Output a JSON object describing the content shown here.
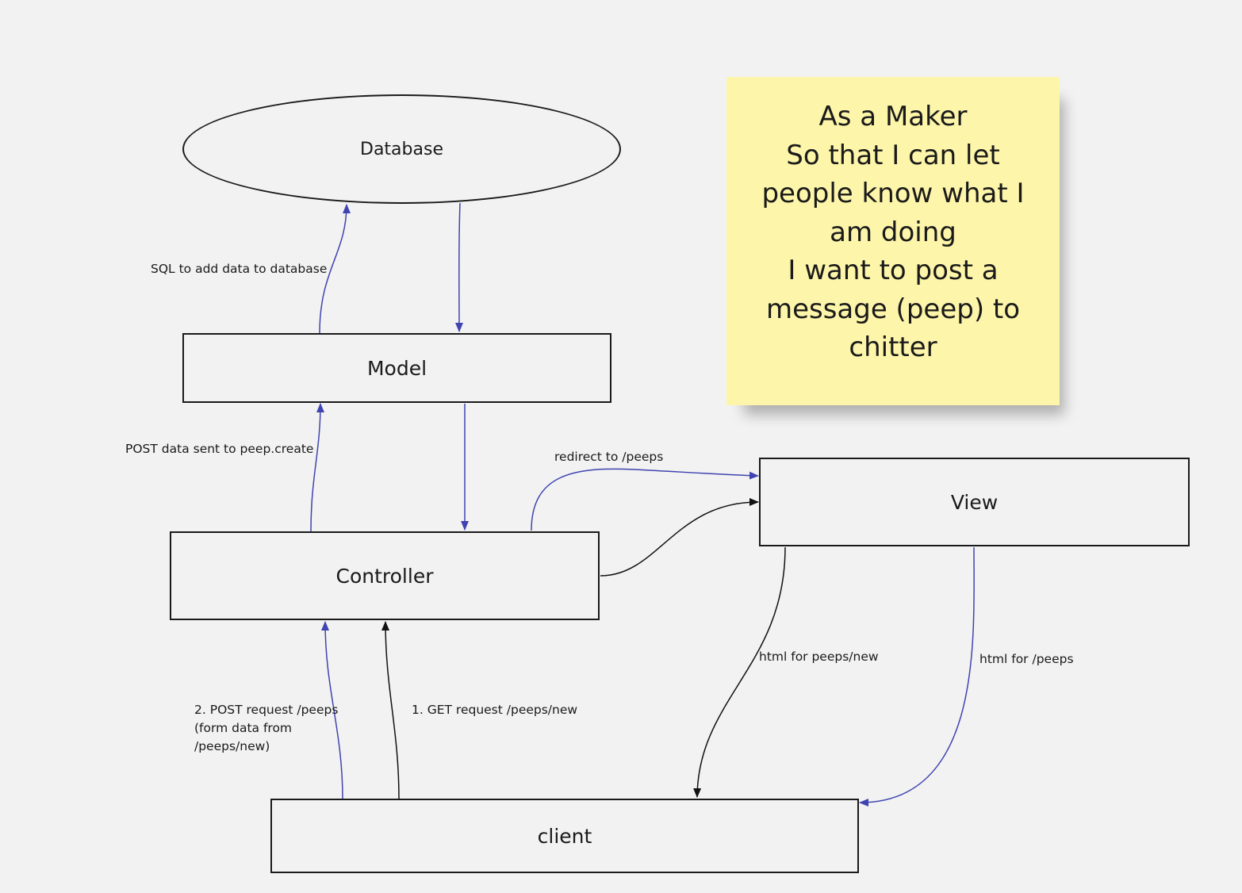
{
  "colors": {
    "background": "#f2f2f2",
    "node_border": "#1a1a1a",
    "edge_blue": "#3f44b0",
    "edge_black": "#111111",
    "sticky_note": "#fdf5a9"
  },
  "nodes": {
    "database": "Database",
    "model": "Model",
    "controller": "Controller",
    "view": "View",
    "client": "client"
  },
  "edges": {
    "model_to_database": "SQL to add data to database",
    "controller_to_model": "POST data sent to peep.create",
    "controller_to_view_redirect": "redirect to /peeps",
    "view_to_client_new": "html for peeps/new",
    "view_to_client_peeps": "html for /peeps",
    "client_post": [
      "2. POST request /peeps",
      "(form data from",
      "/peeps/new)"
    ],
    "client_get": "1. GET request /peeps/new"
  },
  "sticky_note": {
    "lines": [
      "As a Maker",
      "So that I can let",
      "people know what I",
      "am doing",
      "I want to post a",
      "message (peep) to",
      "chitter"
    ]
  }
}
